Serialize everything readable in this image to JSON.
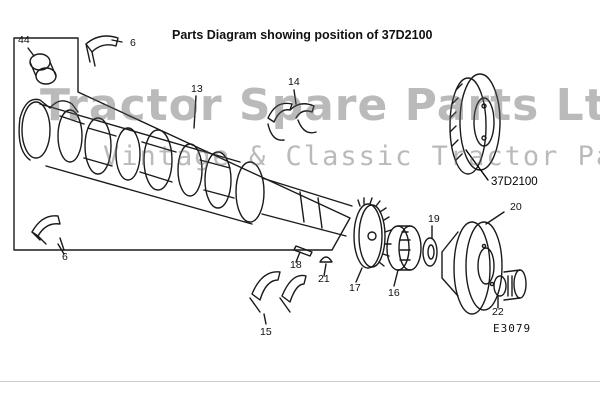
{
  "title": "Parts Diagram showing position of 37D2100",
  "watermark": {
    "line1": "Tractor Spare Parts Ltd",
    "line2": "Vintage & Classic Tractor Parts"
  },
  "callout_part": "37D2100",
  "drawing_code": "E3079",
  "labels": {
    "p44": "44",
    "p6a": "6",
    "p13": "13",
    "p14": "14",
    "p6b": "6",
    "p18": "18",
    "p21": "21",
    "p17": "17",
    "p16": "16",
    "p19": "19",
    "p20": "20",
    "p22": "22",
    "p15": "15"
  },
  "colors": {
    "line": "#1a1a1a",
    "callout_line": "#000000"
  }
}
